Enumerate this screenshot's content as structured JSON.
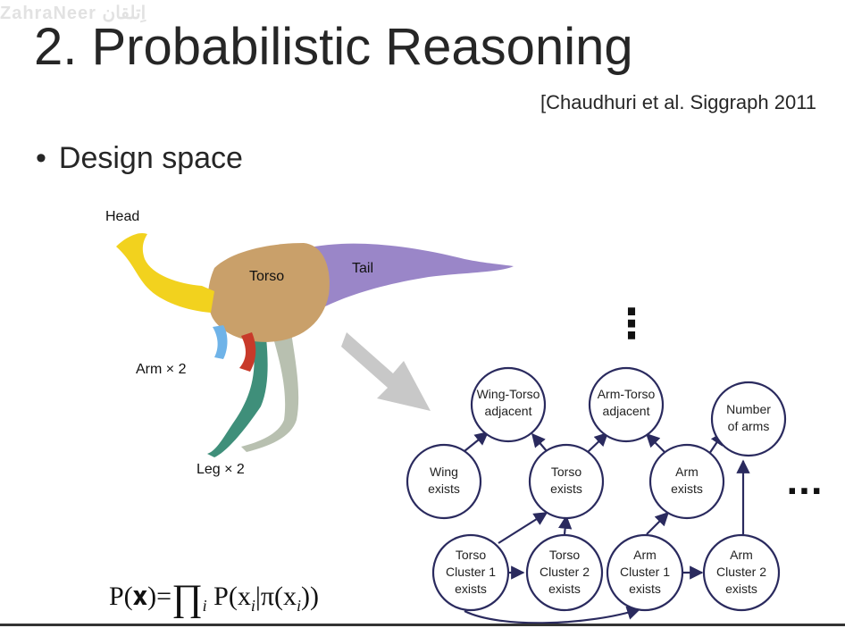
{
  "watermark": "ZahraNeer اِتلقان",
  "title": "2. Probabilistic Reasoning",
  "citation": "[Chaudhuri et al. Siggraph 2011",
  "bullet": {
    "marker": "•",
    "text": "Design space"
  },
  "model_labels": {
    "head": "Head",
    "torso": "Torso",
    "tail": "Tail",
    "arm": "Arm × 2",
    "leg": "Leg × 2"
  },
  "ellipsis_top": "⋮",
  "ellipsis_right": "···",
  "nodes": [
    {
      "id": "wing_torso_adjacent",
      "lines": [
        "Wing-Torso",
        "adjacent"
      ]
    },
    {
      "id": "arm_torso_adjacent",
      "lines": [
        "Arm-Torso",
        "adjacent"
      ]
    },
    {
      "id": "number_of_arms",
      "lines": [
        "Number",
        "of arms"
      ]
    },
    {
      "id": "wing_exists",
      "lines": [
        "Wing",
        "exists"
      ]
    },
    {
      "id": "torso_exists",
      "lines": [
        "Torso",
        "exists"
      ]
    },
    {
      "id": "arm_exists",
      "lines": [
        "Arm",
        "exists"
      ]
    },
    {
      "id": "torso_cluster1",
      "lines": [
        "Torso",
        "Cluster 1",
        "exists"
      ]
    },
    {
      "id": "torso_cluster2",
      "lines": [
        "Torso",
        "Cluster 2",
        "exists"
      ]
    },
    {
      "id": "arm_cluster1",
      "lines": [
        "Arm",
        "Cluster 1",
        "exists"
      ]
    },
    {
      "id": "arm_cluster2",
      "lines": [
        "Arm",
        "Cluster 2",
        "exists"
      ]
    }
  ],
  "formula": {
    "lhs": "P(𝐱)=",
    "product": "∏",
    "index": "i",
    "rhs": " P(x",
    "sub_i": "i",
    "mid": "|π(x",
    "end": "))"
  },
  "colors": {
    "node_stroke": "#2a2a5e",
    "arrow": "#2a2a5e",
    "big_arrow": "#c8c8c8",
    "head": "#f2d21e",
    "torso": "#c9a06a",
    "tail": "#9a86c8",
    "arm_blue": "#6fb3e8",
    "arm_red": "#c83a2a",
    "leg_green": "#3f8f7a",
    "leg_grey": "#b8c0b0"
  }
}
